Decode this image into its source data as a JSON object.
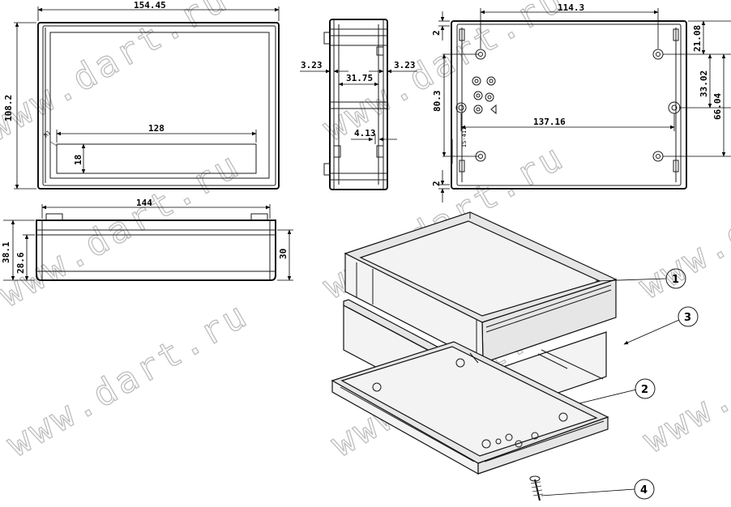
{
  "watermark": "www.dart.ru",
  "dimensions": {
    "top_width": "154.45",
    "top_height": "108.2",
    "label_width": "128",
    "label_height": "18",
    "corner_radius": "R1",
    "front_width": "144",
    "front_height_total": "38.1",
    "front_height_inner": "28.6",
    "front_height_right": "30",
    "side_wall_left": "3.23",
    "side_wall_right": "3.23",
    "side_inner": "31.75",
    "side_slot": "4.13",
    "bottom_hole_spacing_x": "114.3",
    "bottom_edge_top": "2",
    "bottom_edge_bottom": "2",
    "bottom_height": "80.3",
    "bottom_diag": "137.16",
    "bottom_right_1": "21.08",
    "bottom_right_2": "33.02",
    "bottom_right_3": "66.04",
    "bottom_label": "IS-411"
  },
  "callouts": [
    "1",
    "2",
    "3",
    "4"
  ]
}
